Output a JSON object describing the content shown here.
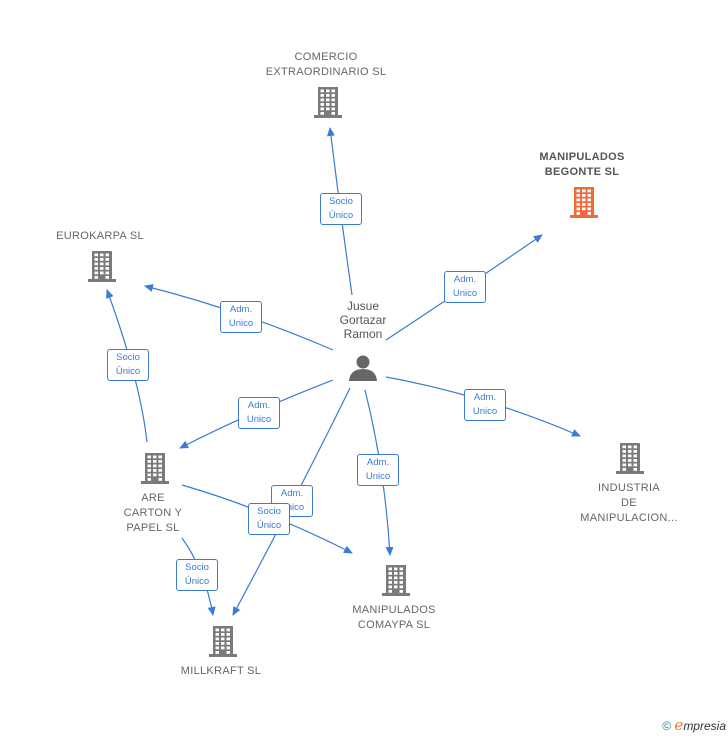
{
  "colors": {
    "edge": "#3a7bd5",
    "building": "#7a7a7a",
    "building_focus": "#ef6a38",
    "person": "#666666"
  },
  "person": {
    "lines": [
      "Jusue",
      "Gortazar",
      "Ramon"
    ],
    "icon": "person-icon"
  },
  "companies": [
    {
      "id": "comercio",
      "lines": [
        "COMERCIO",
        "EXTRAORDINARIO SL"
      ],
      "icon": "building-icon",
      "focus": false
    },
    {
      "id": "begonte",
      "lines": [
        "MANIPULADOS",
        "BEGONTE  SL"
      ],
      "icon": "building-icon",
      "focus": true
    },
    {
      "id": "eurokarpa",
      "lines": [
        "EUROKARPA SL"
      ],
      "icon": "building-icon",
      "focus": false
    },
    {
      "id": "arecarton",
      "lines": [
        "ARE",
        "CARTON Y",
        "PAPEL  SL"
      ],
      "icon": "building-icon",
      "focus": false
    },
    {
      "id": "industria",
      "lines": [
        "INDUSTRIA",
        "DE",
        "MANIPULACION..."
      ],
      "icon": "building-icon",
      "focus": false
    },
    {
      "id": "comaypa",
      "lines": [
        "MANIPULADOS",
        "COMAYPA  SL"
      ],
      "icon": "building-icon",
      "focus": false
    },
    {
      "id": "millkraft",
      "lines": [
        "MILLKRAFT SL"
      ],
      "icon": "building-icon",
      "focus": false
    }
  ],
  "edges": [
    {
      "id": "e1",
      "from": "person",
      "to": "comercio",
      "lines": [
        "Socio",
        "Único"
      ]
    },
    {
      "id": "e2",
      "from": "person",
      "to": "begonte",
      "lines": [
        "Adm.",
        "Unico"
      ]
    },
    {
      "id": "e3",
      "from": "person",
      "to": "eurokarpa",
      "lines": [
        "Adm.",
        "Unico"
      ]
    },
    {
      "id": "e4",
      "from": "person",
      "to": "arecarton",
      "lines": [
        "Adm.",
        "Unico"
      ]
    },
    {
      "id": "e5",
      "from": "person",
      "to": "industria",
      "lines": [
        "Adm.",
        "Unico"
      ]
    },
    {
      "id": "e6",
      "from": "person",
      "to": "comaypa",
      "lines": [
        "Adm.",
        "Unico"
      ]
    },
    {
      "id": "e7",
      "from": "person",
      "to": "millkraft",
      "lines": [
        "Adm.",
        "Unico"
      ]
    },
    {
      "id": "e8",
      "from": "arecarton",
      "to": "eurokarpa",
      "lines": [
        "Socio",
        "Único"
      ]
    },
    {
      "id": "e9",
      "from": "arecarton",
      "to": "comaypa",
      "lines": [
        "Socio",
        "Único"
      ]
    },
    {
      "id": "e10",
      "from": "arecarton",
      "to": "millkraft",
      "lines": [
        "Socio",
        "Único"
      ]
    }
  ],
  "watermark": {
    "symbol": "©",
    "brand_initial": "e",
    "brand_rest": "mpresia"
  }
}
